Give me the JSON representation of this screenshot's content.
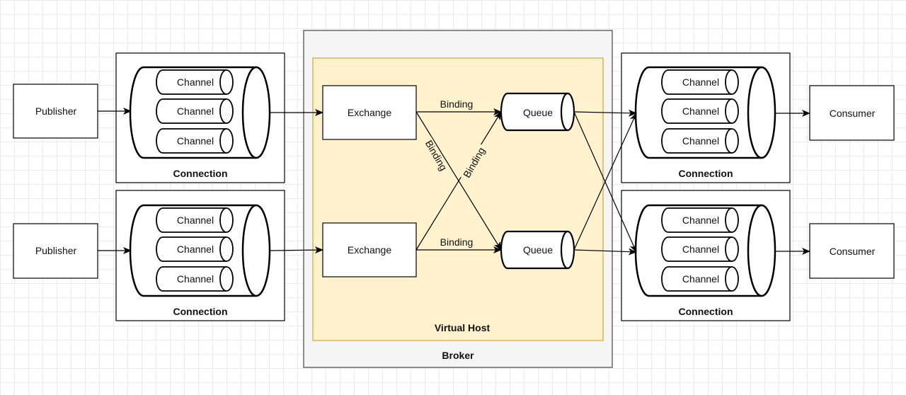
{
  "colors": {
    "stroke": "#000000",
    "broker_fill": "#f5f5f5",
    "broker_stroke": "#666666",
    "vhost_fill": "#fff2cc",
    "vhost_stroke": "#d6b656"
  },
  "broker": {
    "label": "Broker"
  },
  "virtual_host": {
    "label": "Virtual Host"
  },
  "publishers": [
    {
      "label": "Publisher"
    },
    {
      "label": "Publisher"
    }
  ],
  "consumers": [
    {
      "label": "Consumer"
    },
    {
      "label": "Consumer"
    }
  ],
  "publisher_connections": [
    {
      "label": "Connection",
      "channels": [
        "Channel",
        "Channel",
        "Channel"
      ]
    },
    {
      "label": "Connection",
      "channels": [
        "Channel",
        "Channel",
        "Channel"
      ]
    }
  ],
  "consumer_connections": [
    {
      "label": "Connection",
      "channels": [
        "Channel",
        "Channel",
        "Channel"
      ]
    },
    {
      "label": "Connection",
      "channels": [
        "Channel",
        "Channel",
        "Channel"
      ]
    }
  ],
  "exchanges": [
    {
      "label": "Exchange"
    },
    {
      "label": "Exchange"
    }
  ],
  "queues": [
    {
      "label": "Queue"
    },
    {
      "label": "Queue"
    }
  ],
  "bindings": {
    "top": "Binding",
    "cross_down": "Binding",
    "cross_up": "Binding",
    "bottom": "Binding"
  }
}
